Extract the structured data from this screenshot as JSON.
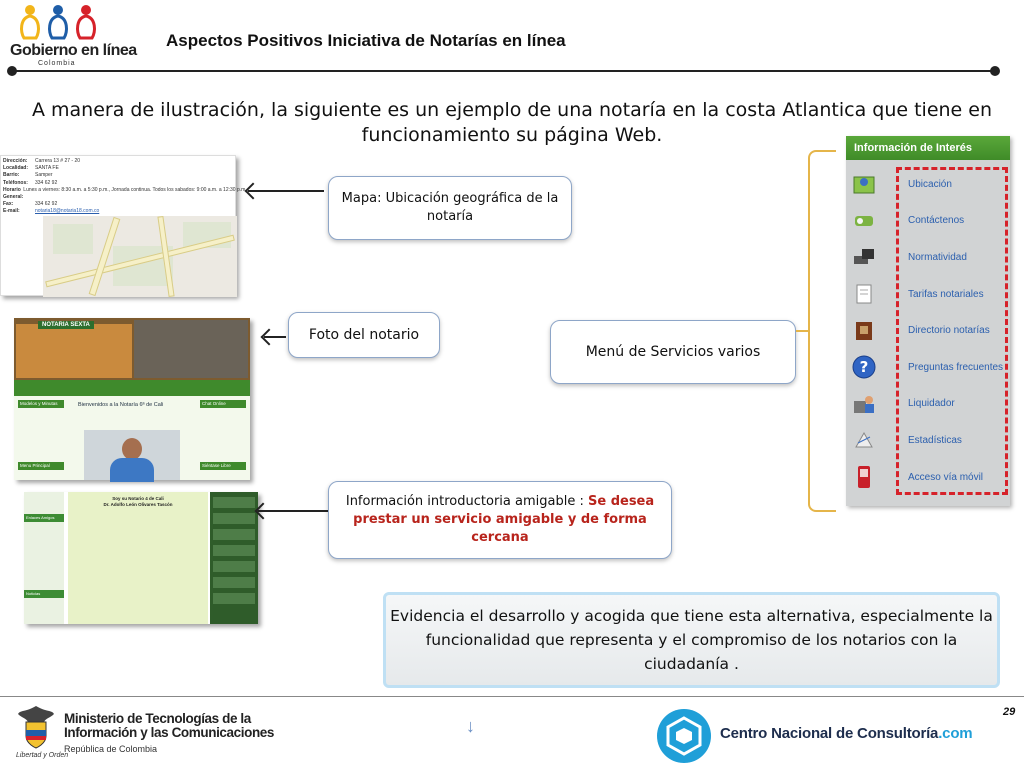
{
  "header": {
    "logo_text": "Gobierno en línea",
    "logo_sub": "Colombia",
    "title": "Aspectos Positivos Iniciativa de Notarías en línea"
  },
  "intro": "A manera de ilustración, la siguiente es un ejemplo de una notaría en la costa Atlantica que tiene en funcionamiento su página Web.",
  "screenshot1": {
    "rows": [
      {
        "k": "Dirección:",
        "v": "Carrera 13 # 27 - 20"
      },
      {
        "k": "Localidad:",
        "v": "SANTA FE"
      },
      {
        "k": "Barrio:",
        "v": "Samper"
      },
      {
        "k": "Teléfonos:",
        "v": "334 62 92"
      },
      {
        "k": "Horario General:",
        "v": "Lunes a viernes: 8:30 a.m. a 5:30 p.m., Jornada continua. Todos los sabados: 9:00 a.m. a 12:30 p.m."
      },
      {
        "k": "Fax:",
        "v": "334 62 92"
      },
      {
        "k": "E-mail:",
        "v": "notaria18@notaria18.com.co"
      }
    ]
  },
  "screenshot2": {
    "sign": "NOTARIA SEXTA",
    "welcome": "Bienvenidos a la Notaría 6ª de Cali",
    "side_tabs_left": [
      "Modelos y Minutas",
      "Menu Principal"
    ],
    "side_tabs_right": [
      "Chat Online",
      "Siéntase Libre"
    ]
  },
  "screenshot3": {
    "heading": "Soy su Notario 4 de Cali",
    "name": "Dr. Adolfo León Olivares Tascón",
    "left_tabs": [
      "Enlaces Amigos",
      "Noticias"
    ]
  },
  "callouts": {
    "mapa": "Mapa: Ubicación geográfica de la notaría",
    "foto": "Foto del notario",
    "menu": "Menú de Servicios varios",
    "info_plain": "Información introductoria amigable :",
    "info_emph": "Se desea prestar un servicio amigable y de forma cercana"
  },
  "evidence": "Evidencia el desarrollo y acogida que tiene esta alternativa, especialmente la funcionalidad que representa y el compromiso de los notarios con la ciudadanía .",
  "menu": {
    "title": "Información de Interés",
    "items": [
      {
        "label": "Ubicación",
        "icon": "map-pin-icon"
      },
      {
        "label": "Contáctenos",
        "icon": "contact-icon"
      },
      {
        "label": "Normatividad",
        "icon": "scale-icon"
      },
      {
        "label": "Tarifas notariales",
        "icon": "document-icon"
      },
      {
        "label": "Directorio notarías",
        "icon": "directory-icon"
      },
      {
        "label": "Preguntas frecuentes",
        "icon": "question-icon"
      },
      {
        "label": "Liquidador",
        "icon": "calculator-user-icon"
      },
      {
        "label": "Estadísticas",
        "icon": "chart-icon"
      },
      {
        "label": "Acceso vía móvil",
        "icon": "mobile-icon"
      }
    ]
  },
  "footer": {
    "mintic_line1": "Ministerio de Tecnologías de la",
    "mintic_line2": "Información y las Comunicaciones",
    "mintic_sub": "República de Colombia",
    "motto": "Libertad y Orden",
    "cnc_text": "Centro Nacional de Consultoría",
    "cnc_domain": ".com",
    "page_number": "29"
  },
  "colors": {
    "accent_red": "#b8241c",
    "brace": "#e5b54a",
    "menu_green": "#3f8b28",
    "menu_link": "#2b5fae"
  }
}
